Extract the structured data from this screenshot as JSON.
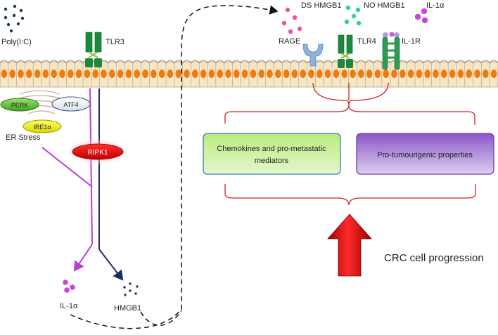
{
  "labels": {
    "polyic": "Poly(I:C)",
    "tlr3": "TLR3",
    "ds_hmgb1": "DS HMGB1",
    "no_hmgb1": "NO HMGB1",
    "il1a_top": "IL-1α",
    "rage": "RAGE",
    "tlr4": "TLR4",
    "il1r": "IL-1R",
    "perk": "PERK",
    "atf4": "ATF4",
    "ire1a": "IRE1α",
    "er_stress": "ER Stress",
    "ripk1": "RIPK1",
    "il1a_bottom": "IL-1α",
    "hmgb1_bottom": "HMGB1",
    "chemokines_line1": "Chemokines and pro-metastatic",
    "chemokines_line2": "mediators",
    "pro_tumour": "Pro-tumourigenic properties",
    "crc": "CRC cell progression"
  },
  "colors": {
    "membrane": "#f6e6c4",
    "nucleus": "#f07a12",
    "receptor_green": "#1a8a3a",
    "rage_blue": "#8fb3dc",
    "ds_hmgb1_pink": "#ef4fa0",
    "no_hmgb1_teal": "#2fcfa8",
    "il1a_purple": "#cc44dd",
    "polyic_navy": "#1d3a5c",
    "brace_red": "#d42020",
    "arrow_magenta": "#b83dd6",
    "arrow_navy": "#1e2a66",
    "ripk1_red": "#e01010",
    "perk_green": "#5fc23c",
    "ire1a_yellow": "#eef000",
    "chemokines_box": "#9ee05c",
    "pro_tumour_box": "#a473d6",
    "crc_arrow": "#e01414"
  },
  "icons": [
    "polyic-dots",
    "tlr3-receptor",
    "ds-hmgb1-dots",
    "no-hmgb1-dots",
    "il1a-dots",
    "rage-receptor",
    "tlr4-receptor",
    "il1r-receptor",
    "er-membrane",
    "red-up-arrow"
  ]
}
